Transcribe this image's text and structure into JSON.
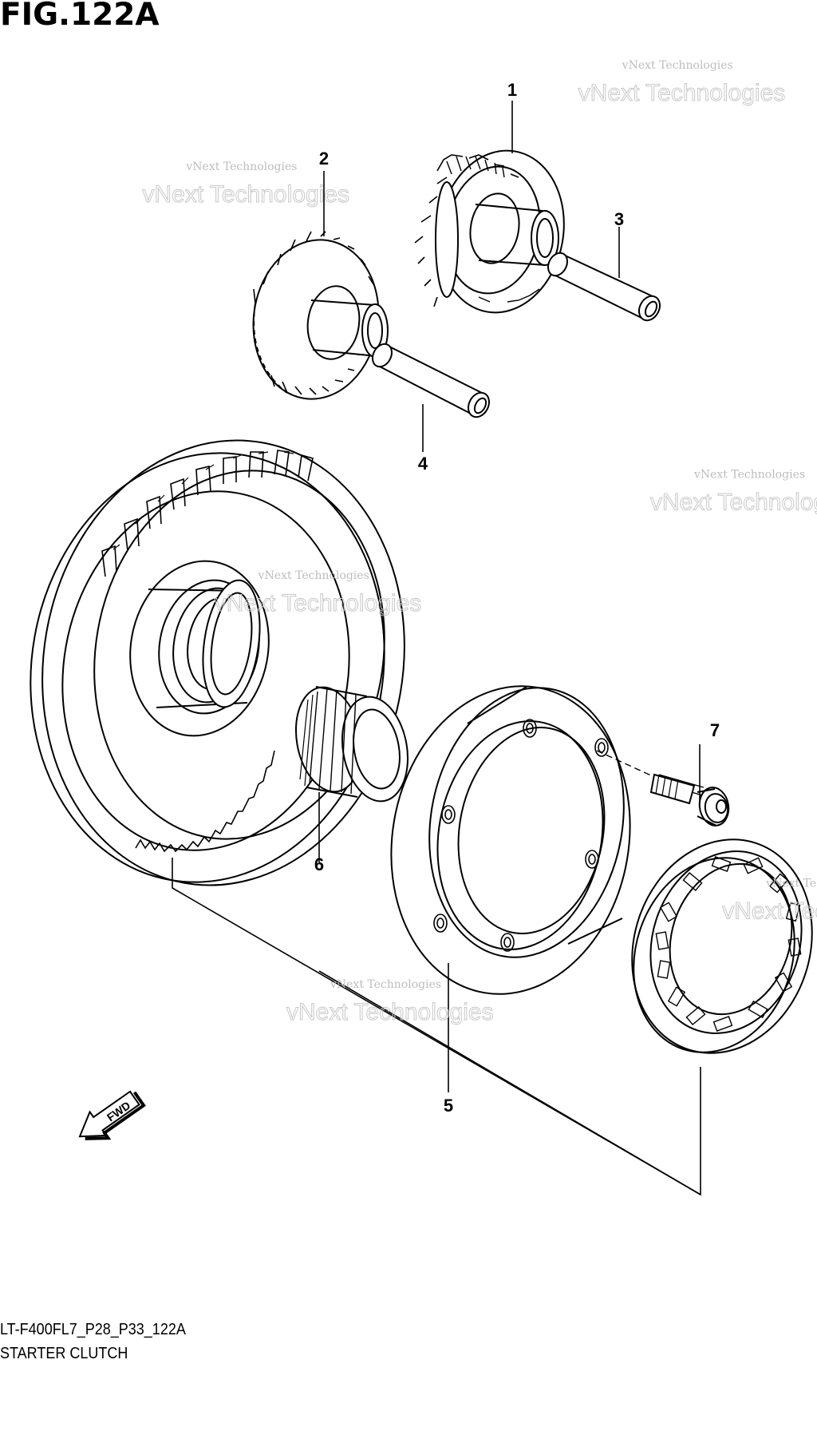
{
  "figure": {
    "title": "FIG.122A",
    "code": "LT-F400FL7_P28_P33_122A",
    "caption": "STARTER CLUTCH",
    "direction_label": "FWD"
  },
  "callouts": [
    {
      "id": "1"
    },
    {
      "id": "2"
    },
    {
      "id": "3"
    },
    {
      "id": "4"
    },
    {
      "id": "5"
    },
    {
      "id": "6"
    },
    {
      "id": "7"
    }
  ],
  "watermark": {
    "line_small": "vNext Technologies",
    "line_large": "vNext Technologies"
  },
  "colors": {
    "ink": "#000000",
    "paper": "#ffffff",
    "watermark": "#c8c8c8"
  }
}
